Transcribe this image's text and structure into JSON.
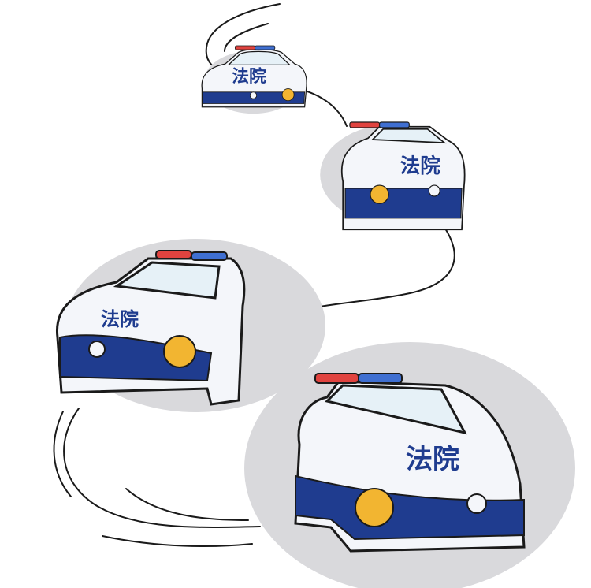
{
  "scene": {
    "colors": {
      "background": "#ffffff",
      "shadow": "#d9d9dc",
      "body": "#f4f6fa",
      "stripe": "#1f3c8f",
      "outline": "#1a1a1a",
      "glass": "#e6f1f7",
      "headlight": "#f2b531",
      "light_red": "#e0433f",
      "light_blue": "#3f6fd1",
      "label_text": "#1f3c8f"
    },
    "cars": [
      {
        "label": "法院"
      },
      {
        "label": "法院"
      },
      {
        "label": "法院"
      },
      {
        "label": "法院"
      }
    ]
  }
}
